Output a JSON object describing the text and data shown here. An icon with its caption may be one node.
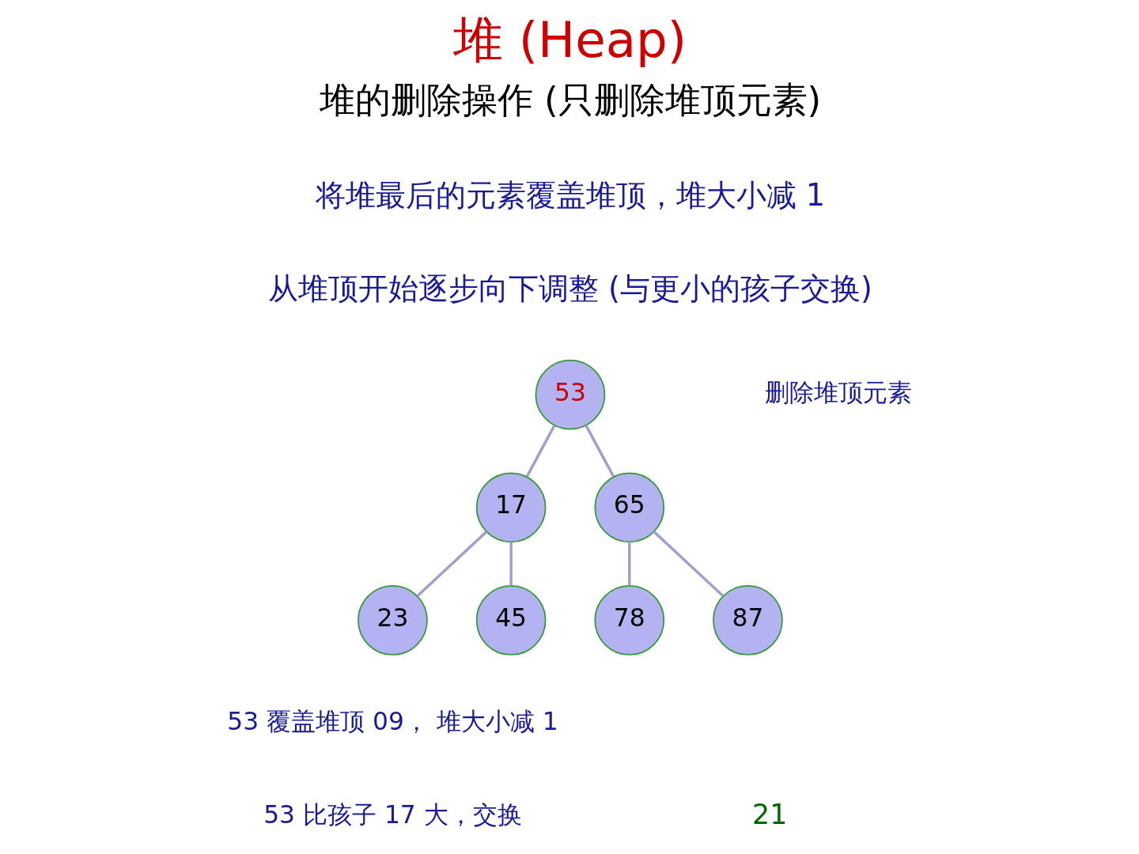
{
  "diagram": {
    "title": "堆 (Heap)",
    "nodes": [
      {
        "text": [
          "53"
        ]
      },
      {
        "text": [
          "17"
        ]
      },
      {
        "text": [
          "65"
        ]
      },
      {
        "text": [
          "23"
        ]
      },
      {
        "text": [
          "45"
        ]
      },
      {
        "text": [
          "78"
        ]
      },
      {
        "text": [
          "87"
        ]
      }
    ],
    "edges": [
      {
        "from": 0,
        "to": 1,
        "arrow": "none"
      },
      {
        "from": 0,
        "to": 2,
        "arrow": "none"
      },
      {
        "from": 1,
        "to": 3,
        "arrow": "none"
      },
      {
        "from": 1,
        "to": 4,
        "arrow": "none"
      },
      {
        "from": 2,
        "to": 5,
        "arrow": "none"
      },
      {
        "from": 2,
        "to": 6,
        "arrow": "none"
      }
    ],
    "labels": [
      "堆的删除操作 (只删除堆顶元素)",
      "将堆最后的元素覆盖堆顶，堆大小减 1",
      "从堆顶开始逐步向下调整 (与更小的孩子交换)",
      "删除堆顶元素",
      "53 覆盖堆顶 09， 堆大小减 1",
      "53 比孩子 17 大，交换",
      "21"
    ]
  }
}
